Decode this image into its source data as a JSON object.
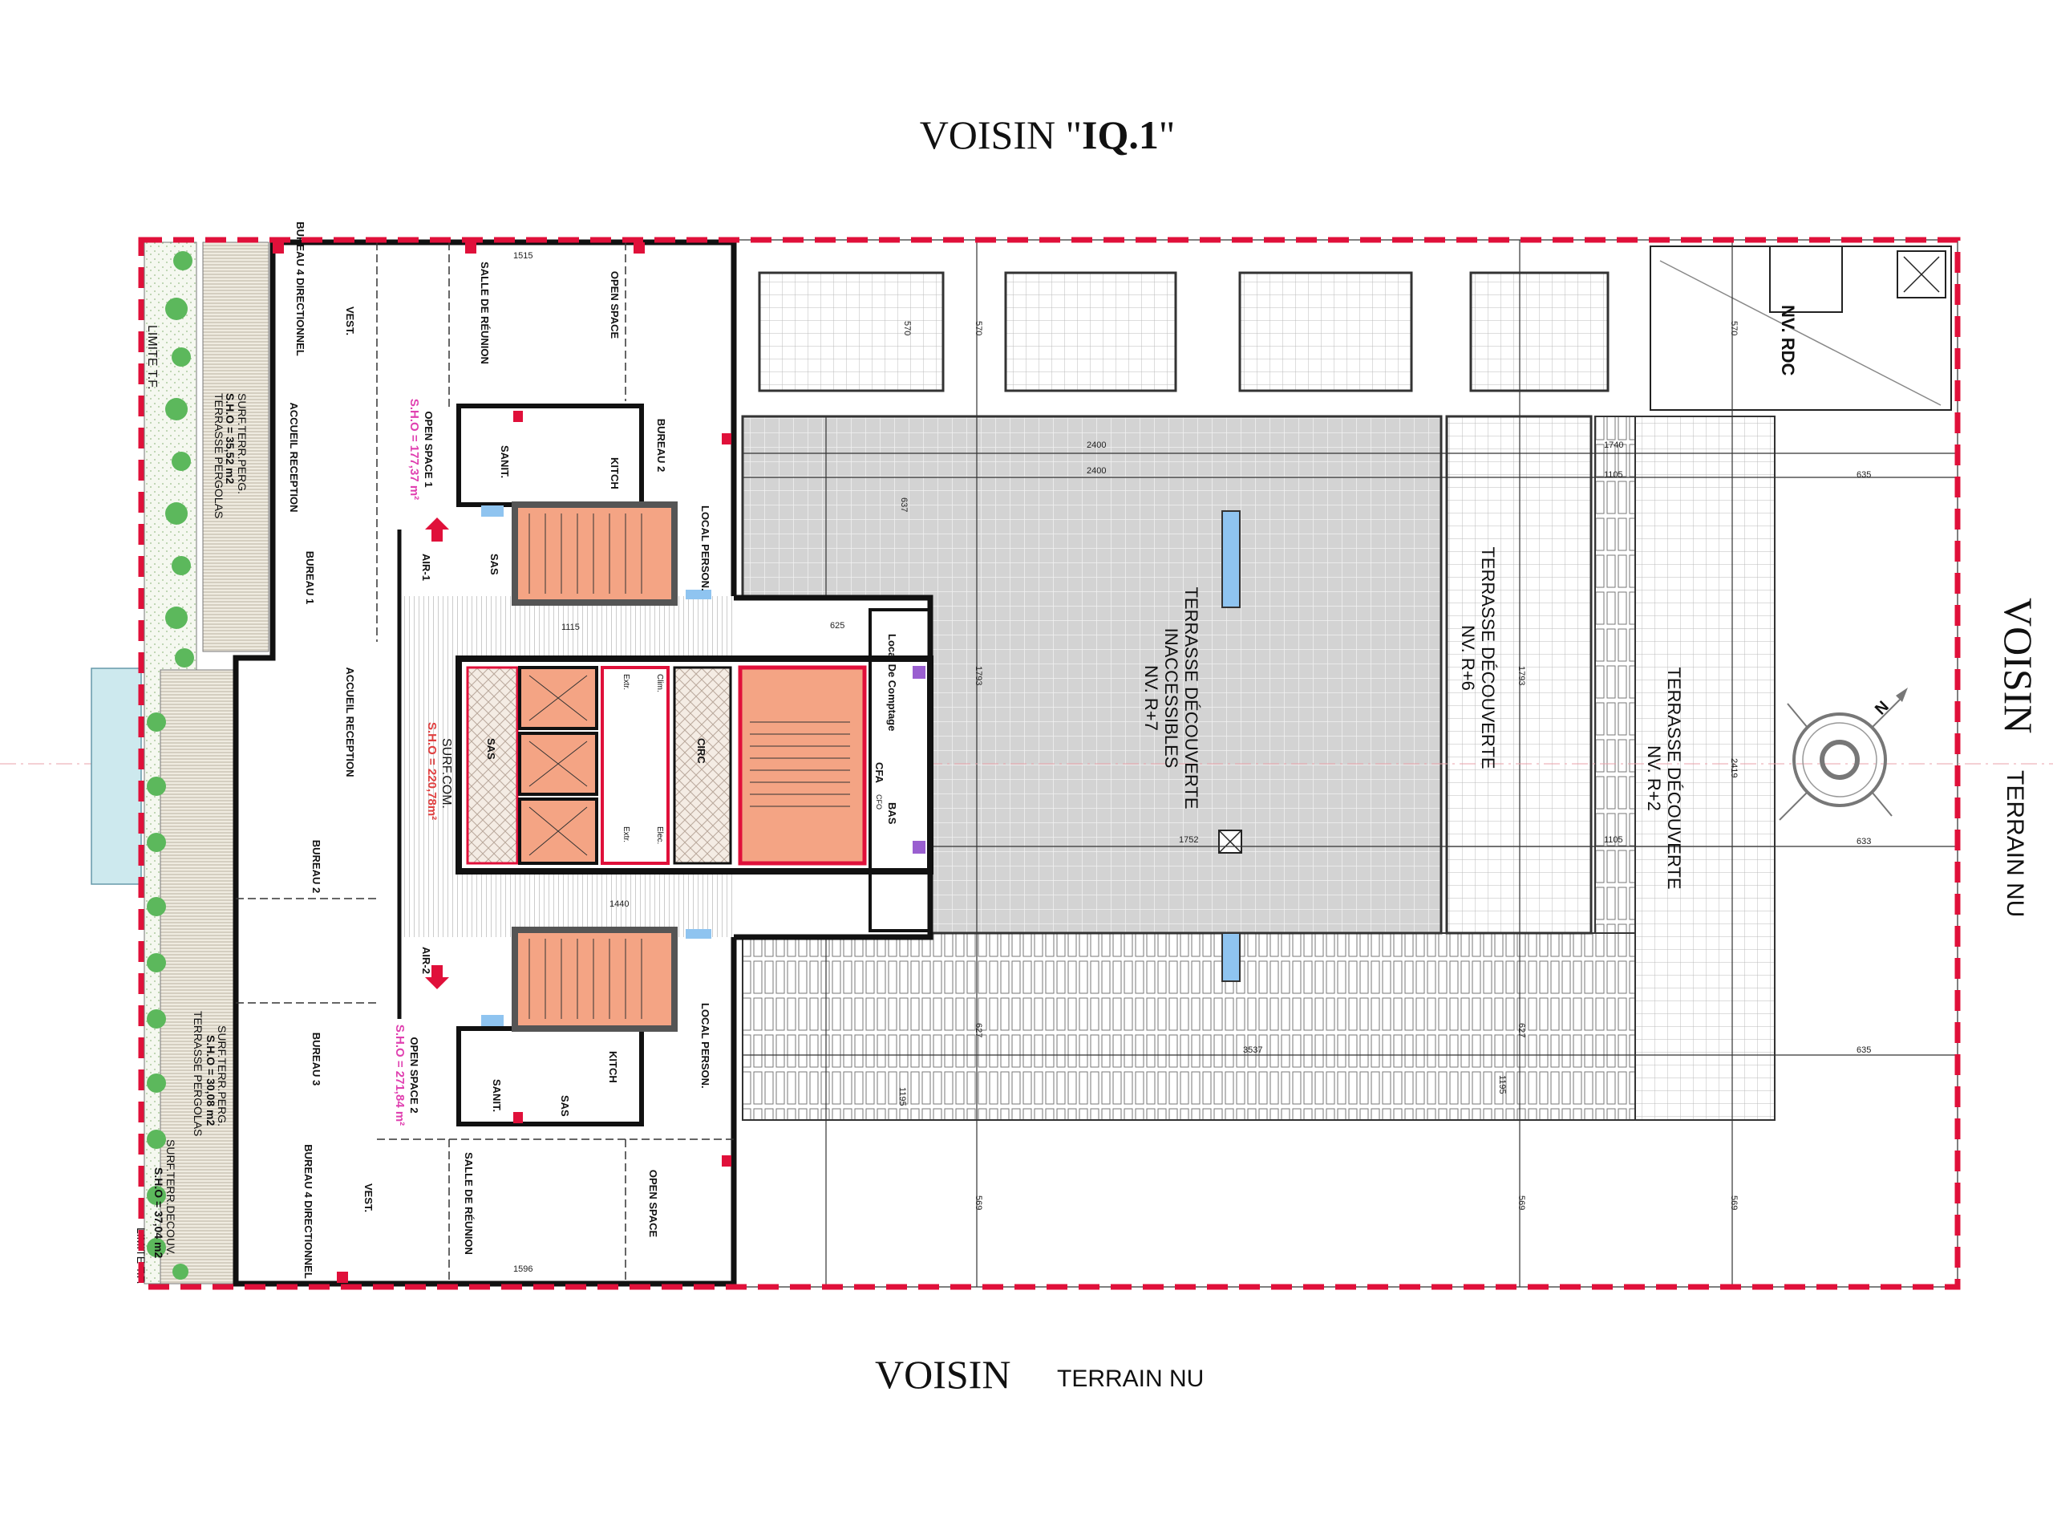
{
  "headings": {
    "top_prefix": "VOISIN \"",
    "top_bold": "IQ.1",
    "top_suffix": "\"",
    "bottom_main": "VOISIN",
    "bottom_sub": "TERRAIN NU",
    "right_main": "VOISIN",
    "right_sub": "TERRAIN NU"
  },
  "colors": {
    "boundary": "#e0103a",
    "stair_fill": "#f4a484",
    "terrace_grey": "#d3d3d3",
    "area_pink": "#e040b0",
    "area_red": "#e04040",
    "glass_blue": "#8fc4f0",
    "tree_green": "#5cb85c"
  },
  "left_strip": {
    "limit_top": "LIMITE T.F.",
    "limit_bottom": "LIMITE T.F.",
    "terrace_top": "TERRASSE PERGOLAS",
    "surf_top": "SURF.TERR.PERG.",
    "area_top": "S.H.O = 35,52 m2",
    "terrace_bottom": "TERRASSE PERGOLAS",
    "surf_bottom": "SURF.TERR.PERG.",
    "area_bottom": "S.H.O = 30,08 m2",
    "surf_decouv": "SURF.TERR.DECOUV.",
    "area_decouv": "S.H.O = 37,04 m2"
  },
  "rooms": {
    "open_space_1": "OPEN SPACE 1",
    "open_space_1_area": "S.H.O = 177,37 m²",
    "open_space_2": "OPEN SPACE 2",
    "open_space_2_area": "S.H.O = 271,84 m²",
    "surf_com": "SURF.COM.",
    "surf_com_area": "S.H.O = 220,78m²",
    "bureau_dir_top": "BUREAU 4 DIRECTIONNEL",
    "bureau_dir_bottom": "BUREAU 4 DIRECTIONNEL",
    "salle_top": "SALLE DE RÉUNION",
    "salle_bottom": "SALLE DE RÉUNION",
    "open_top": "OPEN SPACE",
    "open_bottom": "OPEN SPACE",
    "bureau2_top": "BUREAU 2",
    "bureau2_bottom": "BUREAU 2",
    "bureau1": "BUREAU 1",
    "bureau3": "BUREAU 3",
    "accueil_top": "ACCUEIL RECEPTION",
    "accueil_bottom": "ACCUEIL RECEPTION",
    "vest_top": "VEST.",
    "vest_bottom": "VEST.",
    "sanit_top": "SANIT.",
    "sanit_bottom": "SANIT.",
    "kitch_top": "KITCH",
    "kitch_bottom": "KITCH",
    "sas_top": "SAS",
    "sas_bottom": "SAS",
    "local_top": "LOCAL PERSON.",
    "local_bottom": "LOCAL PERSON.",
    "air1": "AIR-1",
    "air2": "AIR-2",
    "core_sas": "SAS",
    "core_circ": "CIRC",
    "extr_top": "Extr.",
    "extr_bottom": "Extr.",
    "clim": "Clim.",
    "elec": "Elec.",
    "cfa": "CFA",
    "cfo": "CFO",
    "comptage": "Local De Comptage",
    "bas": "BAS"
  },
  "terraces": {
    "r7_line1": "TERRASSE DÉCOUVERTE",
    "r7_line2": "INACCESSIBLES",
    "r7_line3": "NV. R+7",
    "r6_line1": "TERRASSE DÉCOUVERTE",
    "r6_line2": "NV. R+6",
    "r2_line1": "TERRASSE DÉCOUVERTE",
    "r2_line2": "NV. R+2",
    "rdc": "NV. RDC"
  },
  "dimensions": {
    "d2400a": "2400",
    "d2400b": "2400",
    "d1740": "1740",
    "d635a": "635",
    "d1105a": "1105",
    "d1793a": "1793",
    "d1793b": "1793",
    "d2419": "2419",
    "d1752": "1752",
    "d1105b": "1105",
    "d633": "633",
    "d3537": "3537",
    "d635b": "635",
    "d570a": "570",
    "d570b": "570",
    "d570c": "570",
    "d637": "637",
    "d627a": "627",
    "d627b": "627",
    "d1195a": "1195",
    "d1195b": "1195",
    "d569a": "569",
    "d569b": "569",
    "d569c": "569",
    "d1115": "1115",
    "d1440": "1440",
    "d625": "625",
    "d1515": "1515",
    "d1596": "1596"
  }
}
